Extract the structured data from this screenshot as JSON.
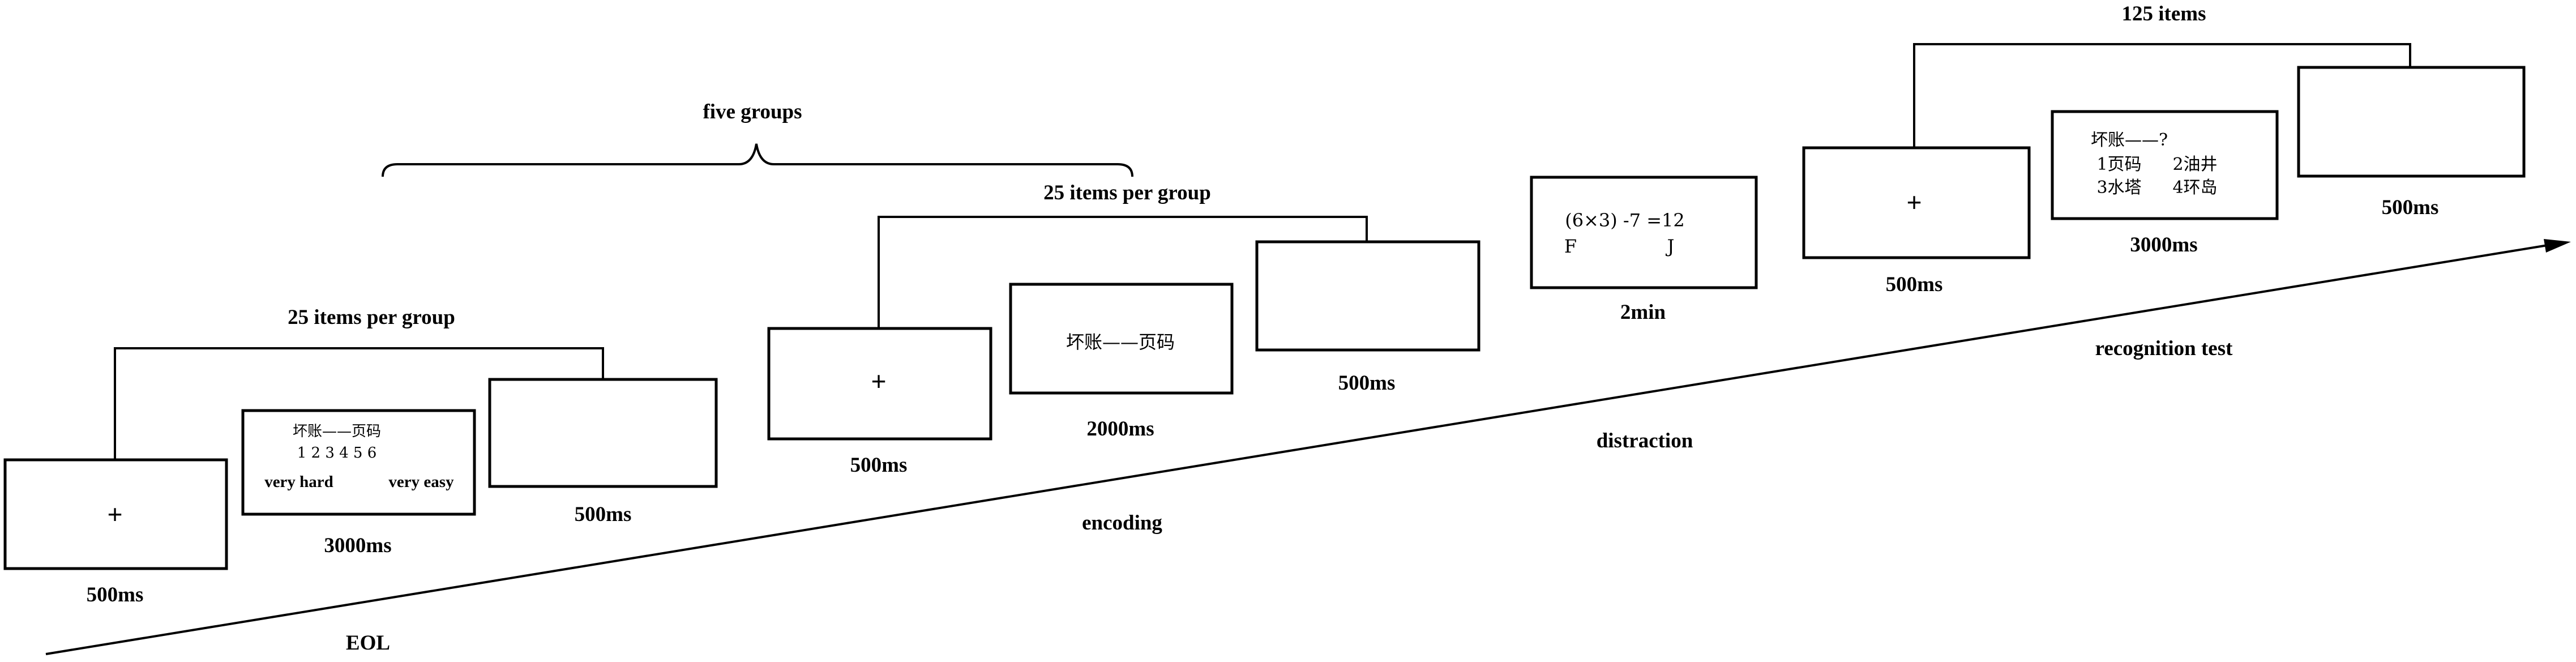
{
  "grouping": {
    "five_groups": "five groups",
    "eol_group_size": "25 items per group",
    "encoding_group_size": "25 items per group",
    "test_item_count": "125 items"
  },
  "phases": {
    "eol": "EOL",
    "encoding": "encoding",
    "distraction": "distraction",
    "recognition_test": "recognition test"
  },
  "eol_trial": {
    "fixation": {
      "symbol": "+",
      "duration": "500ms"
    },
    "judgment": {
      "word_pair": "坏账——页码",
      "scale": "1 2 3 4 5 6",
      "low_anchor": "very hard",
      "high_anchor": "very easy",
      "duration": "3000ms"
    },
    "blank": {
      "duration": "500ms"
    }
  },
  "encoding_trial": {
    "fixation": {
      "symbol": "+",
      "duration": "500ms"
    },
    "study": {
      "word_pair": "坏账——页码",
      "duration": "2000ms"
    },
    "blank": {
      "duration": "500ms"
    }
  },
  "distraction_task": {
    "equation": "(6×3) -7 =12",
    "keys": [
      "F",
      "J"
    ],
    "duration": "2min"
  },
  "test_trial": {
    "fixation": {
      "symbol": "+",
      "duration": "500ms"
    },
    "question": {
      "cue": "坏账——?",
      "options": [
        "1页码",
        "2油井",
        "3水塔",
        "4环岛"
      ],
      "duration": "3000ms"
    },
    "blank": {
      "duration": "500ms"
    }
  },
  "colors": {
    "ink": "#000000",
    "paper": "#ffffff"
  }
}
